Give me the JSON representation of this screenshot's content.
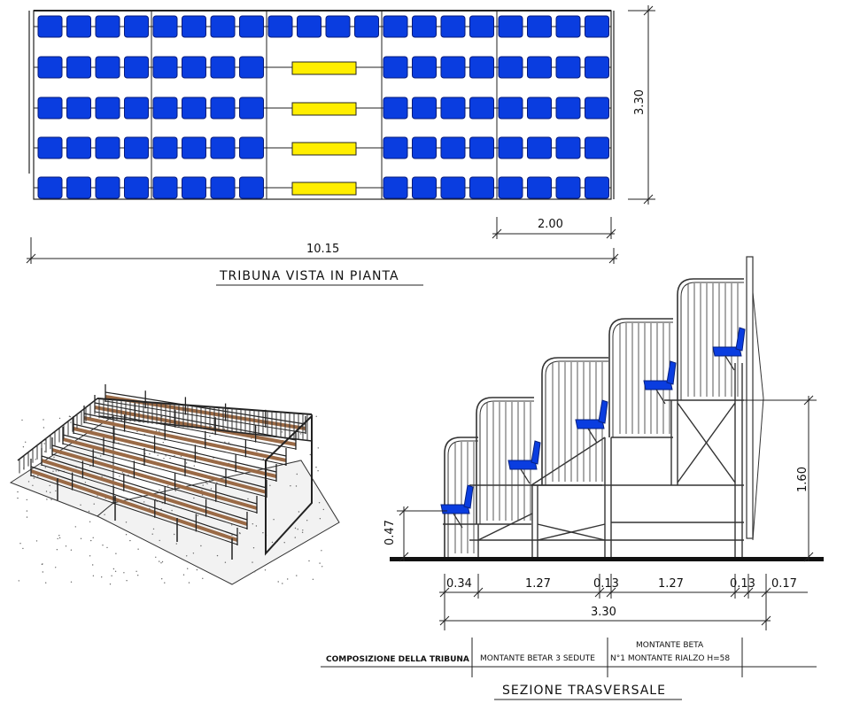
{
  "plan": {
    "title": "TRIBUNA VISTA IN PIANTA",
    "dim_total_length": "10.15",
    "dim_module": "2.00",
    "dim_depth": "3.30"
  },
  "section": {
    "title": "SEZIONE TRASVERSALE",
    "dim_height": "1.60",
    "dim_first_step": "0.47",
    "bottom_dims": [
      "0.34",
      "1.27",
      "0.13",
      "1.27",
      "0.13",
      "0.17"
    ],
    "dim_total_depth": "3.30"
  },
  "legend": {
    "header": "COMPOSIZIONE DELLA TRIBUNA",
    "col1": "MONTANTE BETAR 3 SEDUTE",
    "col2_line1": "MONTANTE BETA",
    "col2_line2": "N°1 MONTANTE RIALZO H=58"
  },
  "colors": {
    "seat": "#0a3de0",
    "aisle": "#ffee00",
    "line": "#222222",
    "wood": "#9a6a46"
  }
}
